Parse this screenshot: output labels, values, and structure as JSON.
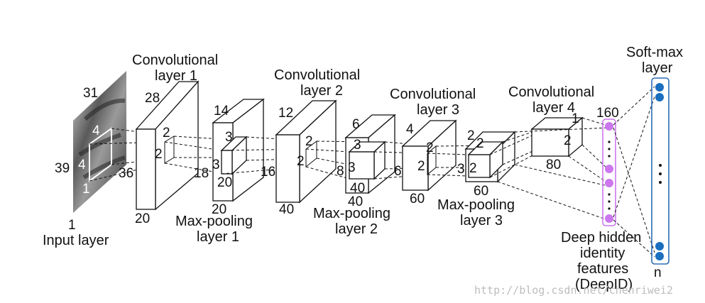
{
  "input_layer": {
    "label": "Input layer",
    "dims": {
      "height": "39",
      "width": "31",
      "depth": "1"
    },
    "kernel": {
      "h": "4",
      "w": "4",
      "d": "1"
    }
  },
  "conv1": {
    "title_line1": "Convolutional",
    "title_line2": "layer 1",
    "h": "36",
    "w": "28",
    "d": "20",
    "kh": "2",
    "kw": "2"
  },
  "pool1": {
    "title_line1": "Max-pooling",
    "title_line2": "layer 1",
    "h": "18",
    "w": "14",
    "d": "20",
    "kh": "3",
    "kw": "3",
    "kd": "20"
  },
  "conv2": {
    "title_line1": "Convolutional",
    "title_line2": "layer 2",
    "h": "16",
    "w": "12",
    "d": "40",
    "kh": "2",
    "kw": "2"
  },
  "pool2": {
    "title_line1": "Max-pooling",
    "title_line2": "layer 2",
    "h": "8",
    "w": "6",
    "d": "40",
    "kh": "3",
    "kw": "3",
    "kd": "40"
  },
  "conv3": {
    "title_line1": "Convolutional",
    "title_line2": "layer 3",
    "h": "6",
    "w": "4",
    "d": "60",
    "kh": "2",
    "kw": "2"
  },
  "pool3": {
    "title_line1": "Max-pooling",
    "title_line2": "layer 3",
    "h": "3",
    "w": "2",
    "d": "60",
    "kh": "2",
    "kw": "2"
  },
  "conv4": {
    "title_line1": "Convolutional",
    "title_line2": "layer 4",
    "h": "2",
    "w": "1",
    "d": "80"
  },
  "deepid": {
    "size": "160",
    "label_line1": "Deep hidden",
    "label_line2": "identity",
    "label_line3": "features",
    "label_line4": "(DeepID)",
    "color": "#cc77ee"
  },
  "softmax": {
    "title_line1": "Soft-max",
    "title_line2": "layer",
    "size": "n",
    "color": "#1a6fbf",
    "border_color": "#2a6db5"
  },
  "watermark": "http://blog.csdn.net/chenriwei2"
}
